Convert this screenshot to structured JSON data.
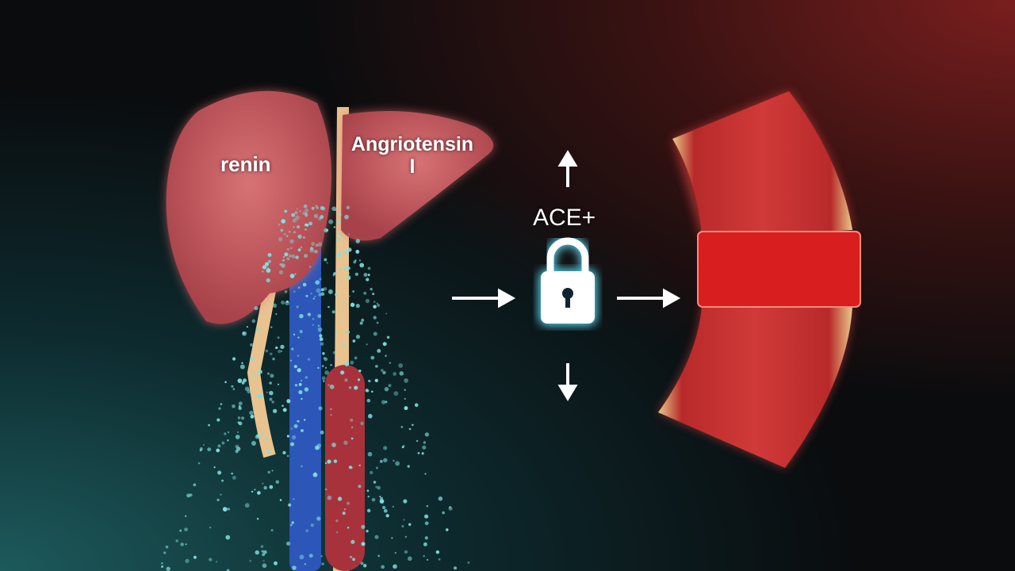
{
  "labels": {
    "renin": "renin",
    "angiotensin": "Angriotensin",
    "angiotensin_sub": "I",
    "ace": "ACE+"
  },
  "icons": [
    "lock-icon",
    "arrow-up-icon",
    "arrow-down-icon",
    "arrow-right-icon"
  ],
  "colors": {
    "organ": "#c9545a",
    "vessel": "#d02a2a",
    "lock_glow": "#5fe6ff",
    "particles": "#7fe0e0"
  }
}
